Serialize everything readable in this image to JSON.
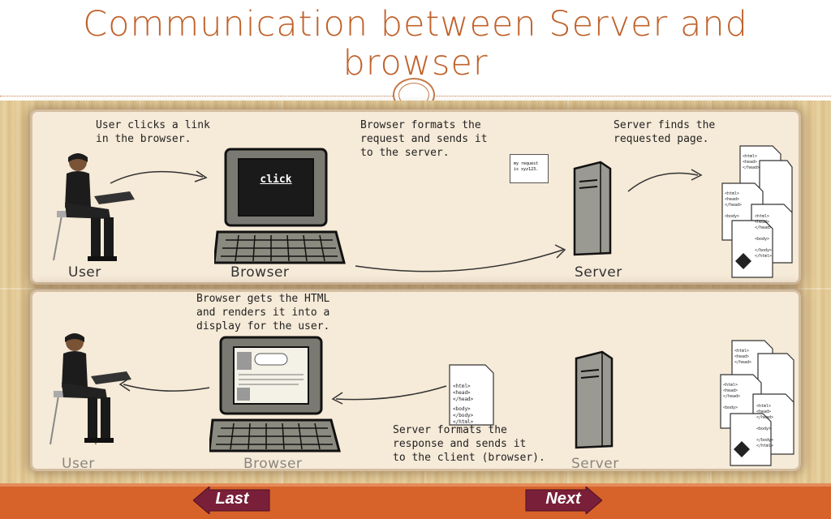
{
  "slide": {
    "title": "Communication between Server and browser"
  },
  "step1": {
    "user_caption_1": "User clicks a link",
    "user_caption_2": "in the browser.",
    "browser_caption_1": "Browser formats the",
    "browser_caption_2": "request and sends it",
    "browser_caption_3": "to the server.",
    "server_caption_1": "Server finds the",
    "server_caption_2": "requested page.",
    "screen_text": "click",
    "request_note_1": "my request",
    "request_note_2": "is xyz123.",
    "label_user": "User",
    "label_browser": "Browser",
    "label_server": "Server"
  },
  "step2": {
    "browser_caption_1": "Browser gets the HTML",
    "browser_caption_2": "and renders it into a",
    "browser_caption_3": "display for the user.",
    "server_caption_1": "Server formats the",
    "server_caption_2": "response and sends it",
    "server_caption_3": "to the client (browser).",
    "label_user": "User",
    "label_browser": "Browser",
    "label_server": "Server"
  },
  "html_doc": {
    "l1": "<html>",
    "l2": "<head>",
    "l3": "</head>",
    "l4": "<body>",
    "l5": "...",
    "l6": "</body>",
    "l7": "</html>"
  },
  "nav": {
    "last_label": "Last",
    "next_label": "Next"
  },
  "colors": {
    "title": "#c0622b",
    "footer": "#d7632b",
    "nav_button": "#7a1f3a",
    "panel": "#f6ead8",
    "background_texture": "#e2c995"
  }
}
